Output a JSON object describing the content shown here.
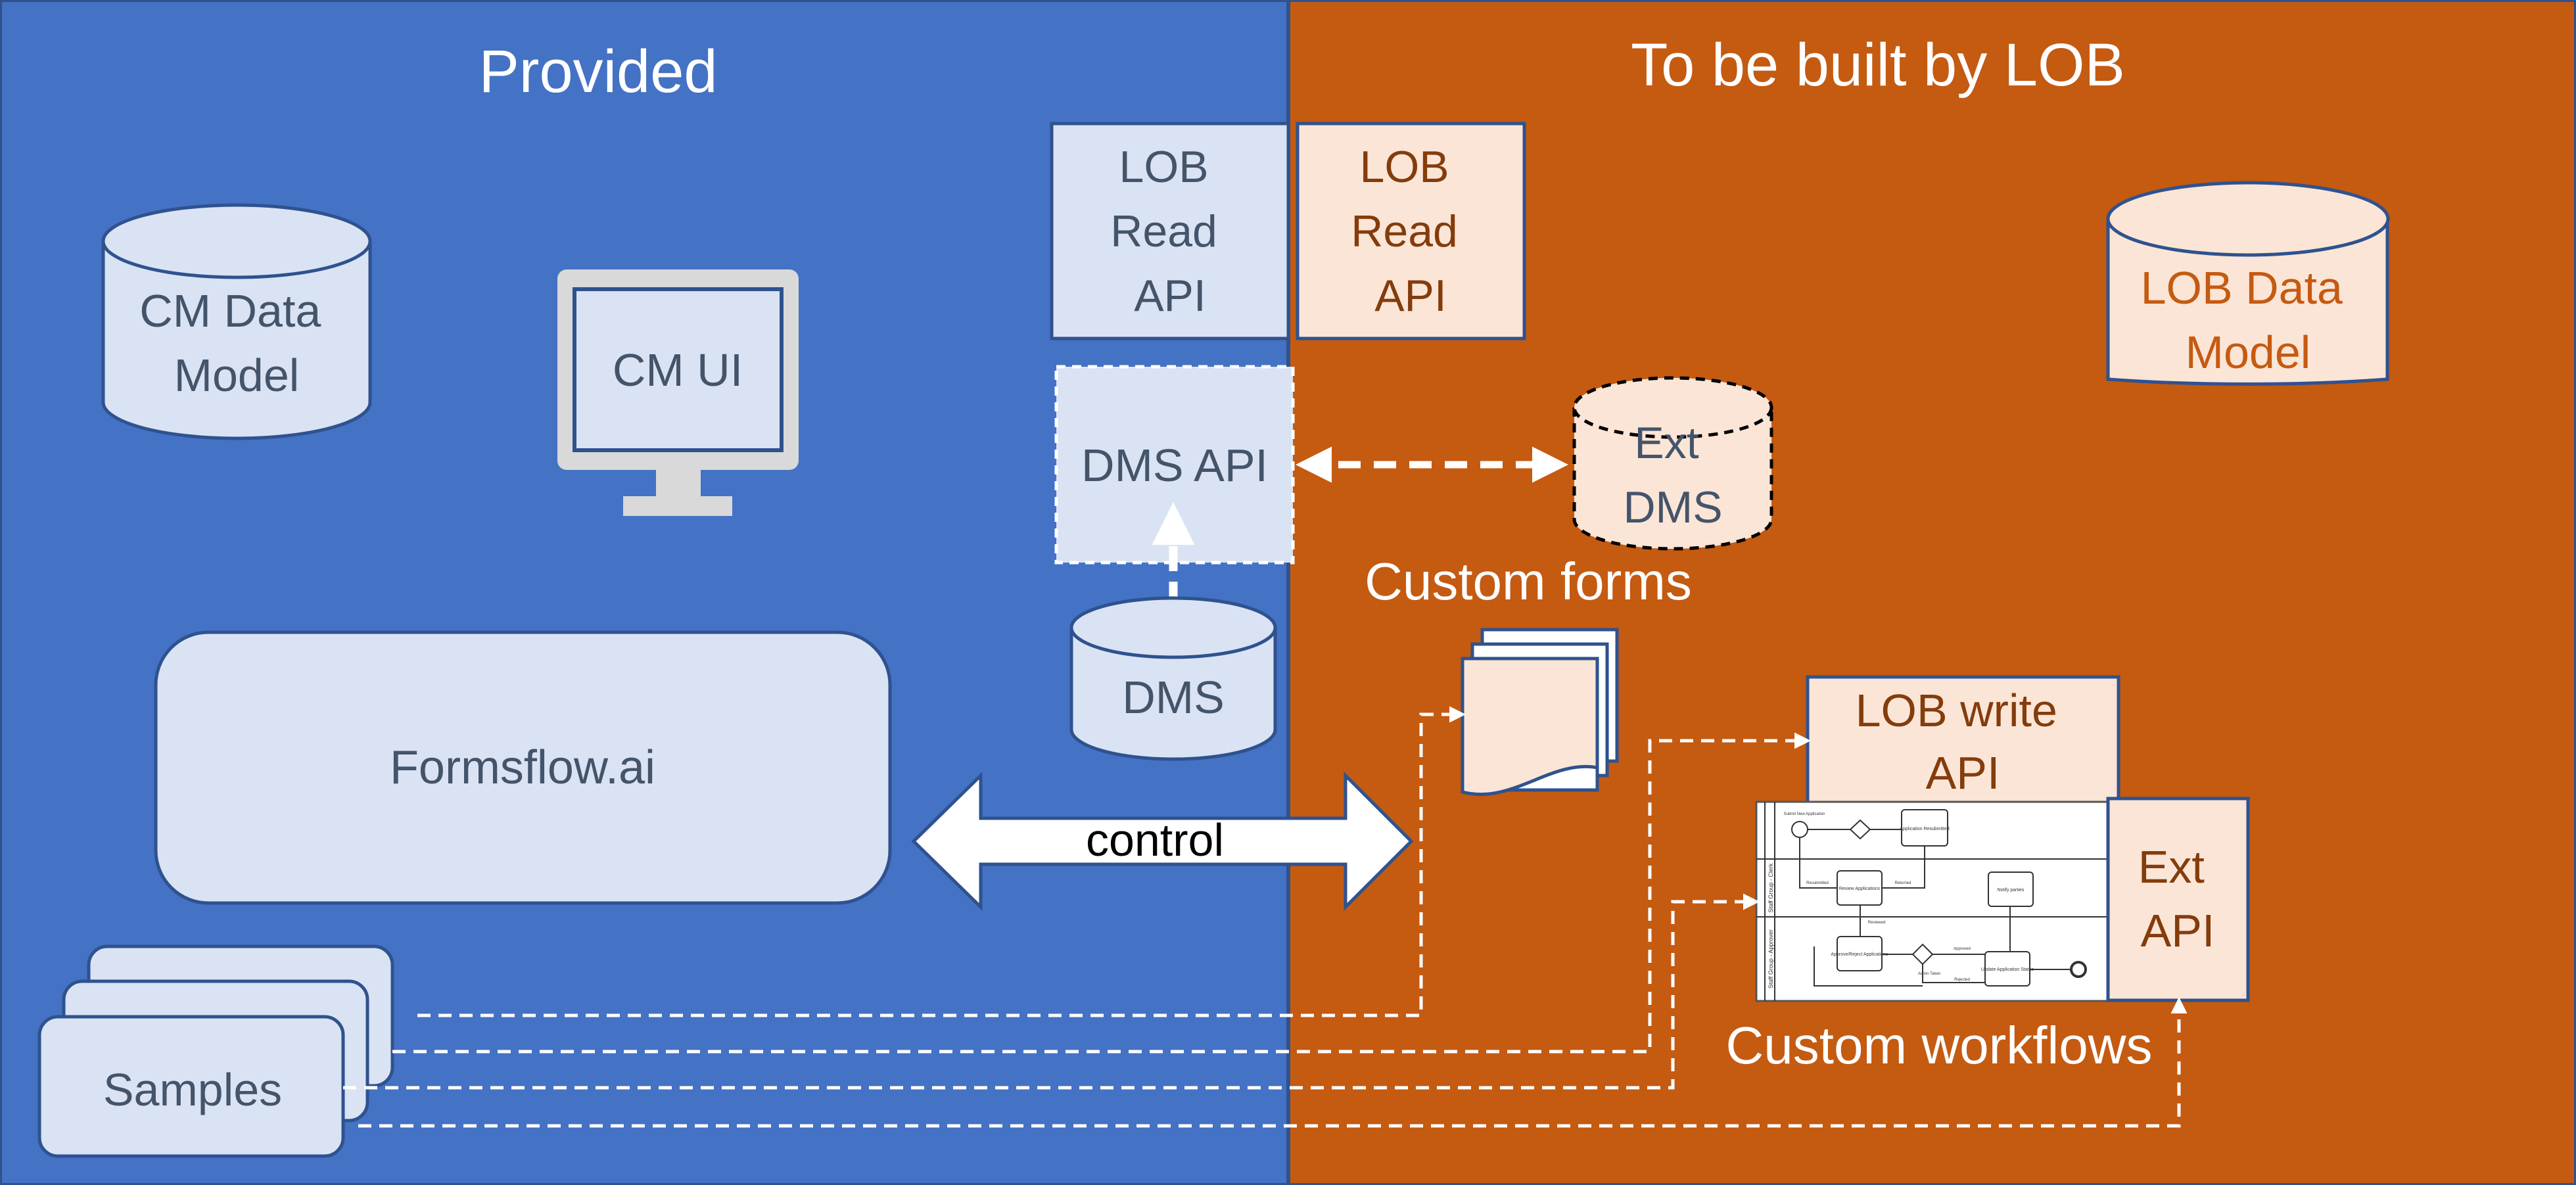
{
  "panels": {
    "left_title": "Provided",
    "right_title": "To be built by LOB"
  },
  "nodes": {
    "cm_data_model": [
      "CM Data",
      "Model"
    ],
    "cm_ui": "CM UI",
    "lob_read_api_provided": [
      "LOB",
      "Read",
      "API"
    ],
    "lob_read_api_lob": [
      "LOB",
      "Read",
      "API"
    ],
    "lob_data_model": [
      "LOB Data",
      "Model"
    ],
    "dms_api": "DMS API",
    "ext_dms": [
      "Ext",
      "DMS"
    ],
    "dms": "DMS",
    "formsflow": "Formsflow.ai",
    "custom_forms": "Custom forms",
    "lob_write_api": [
      "LOB write",
      "API"
    ],
    "ext_api": [
      "Ext",
      "API"
    ],
    "custom_workflows": "Custom workflows",
    "samples": "Samples",
    "control": "control"
  },
  "workflow_thumbnail": {
    "lanes": [
      "Staff Group - Clerk",
      "Staff Group - Approver"
    ],
    "tasks": [
      "Review Applications",
      "Approve/Reject Applications",
      "Application Resubmitted",
      "Notify parties",
      "Update Application Status"
    ],
    "edge_labels": [
      "Submit New Application",
      "Resubmitted",
      "Returned",
      "Reviewed",
      "Approved",
      "Rejected",
      "Action Taken"
    ]
  },
  "colors": {
    "provided_bg": "#4472C4",
    "lob_bg": "#C55A11",
    "provided_fill": "#DAE3F3",
    "lob_fill": "#FBE5D6",
    "provided_text": "#44546A",
    "lob_text": "#843C0C",
    "lob_data_text": "#C55A11",
    "arrow": "#FFFFFF"
  }
}
